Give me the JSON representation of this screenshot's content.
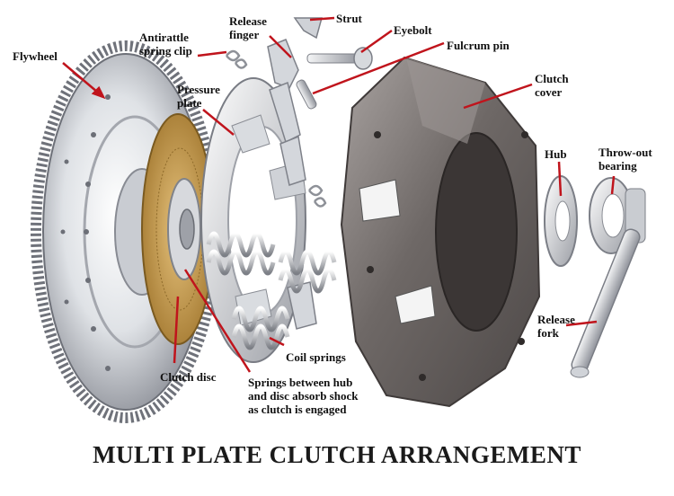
{
  "title": "MULTI PLATE CLUTCH ARRANGEMENT",
  "labels": {
    "flywheel": "Flywheel",
    "antirattle": [
      "Antirattle",
      "spring clip"
    ],
    "release_finger": [
      "Release",
      "finger"
    ],
    "strut": "Strut",
    "eyebolt": "Eyebolt",
    "fulcrum_pin": "Fulcrum pin",
    "clutch_cover": [
      "Clutch",
      "cover"
    ],
    "pressure_plate": [
      "Pressure",
      "plate"
    ],
    "hub": "Hub",
    "throw_out_bearing": [
      "Throw-out",
      "bearing"
    ],
    "release_fork": [
      "Release",
      "fork"
    ],
    "coil_springs": "Coil springs",
    "clutch_disc": "Clutch disc",
    "springs_note": [
      "Springs between hub",
      "and disc absorb shock",
      "as clutch is engaged"
    ]
  },
  "colors": {
    "leader": "#c0141c",
    "metal_light": "#eef0f2",
    "metal_dark": "#7d8088",
    "cover": "#8a8584",
    "friction": "#c9a25a"
  }
}
